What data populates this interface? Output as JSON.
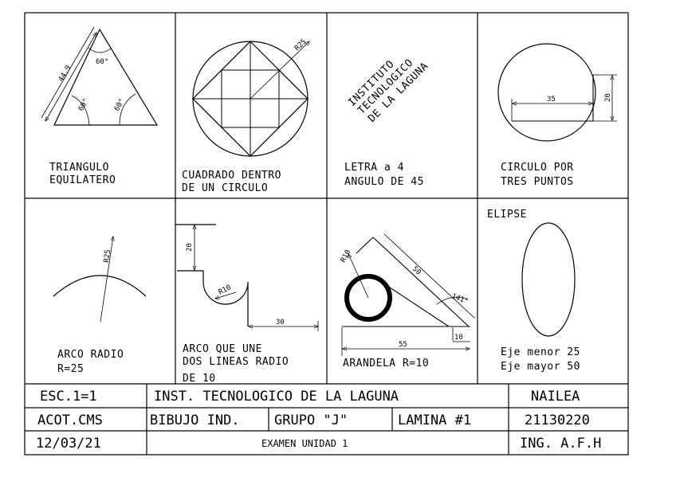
{
  "cells": {
    "triangle": {
      "caption_lines": [
        "TRIANGULO",
        "EQUILATERO"
      ],
      "dims": {
        "side": "44.9",
        "top_angle": "60°",
        "left_angle": "60°",
        "right_angle": "60°"
      }
    },
    "square_circle": {
      "caption_lines": [
        "CUADRADO DENTRO",
        "DE UN CIRCULO"
      ],
      "dims": {
        "radius": "R25"
      }
    },
    "lettering": {
      "rotated_lines": [
        "INSTITUTO",
        "TECNOLOGICO",
        "DE LA LAGUNA"
      ],
      "caption_lines": [
        "LETRA a 4",
        "ANGULO DE 45"
      ]
    },
    "three_points": {
      "caption_lines": [
        "CIRCULO POR",
        "TRES PUNTOS"
      ],
      "dims": {
        "horizontal": "35",
        "vertical": "20"
      }
    },
    "arc_radius": {
      "caption_lines": [
        "ARCO RADIO",
        "R=25"
      ],
      "dims": {
        "radius": "R25"
      }
    },
    "arc_two_lines": {
      "caption_lines": [
        "ARCO QUE UNE",
        "DOS LINEAS RADIO",
        "DE 10"
      ],
      "dims": {
        "vertical": "20",
        "radius": "R10",
        "horizontal": "30"
      }
    },
    "washer": {
      "caption_lines": [
        "ARANDELA R=10"
      ],
      "dims": {
        "radius": "R10",
        "length": "50",
        "angle": "141°",
        "height": "10",
        "base": "55"
      }
    },
    "ellipse": {
      "title": "ELIPSE",
      "caption_lines": [
        "Eje menor 25",
        "Eje mayor 50"
      ]
    }
  },
  "title_block": {
    "scale": "ESC.1=1",
    "institute": "INST. TECNOLOGICO DE LA LAGUNA",
    "name": "NAILEA",
    "units": "ACOT.CMS",
    "subject": "BIBUJO IND.",
    "group": "GRUPO \"J\"",
    "sheet": "LAMINA #1",
    "student_id": "21130220",
    "date": "12/03/21",
    "exam": "EXAMEN UNIDAD 1",
    "teacher": "ING. A.F.H"
  }
}
